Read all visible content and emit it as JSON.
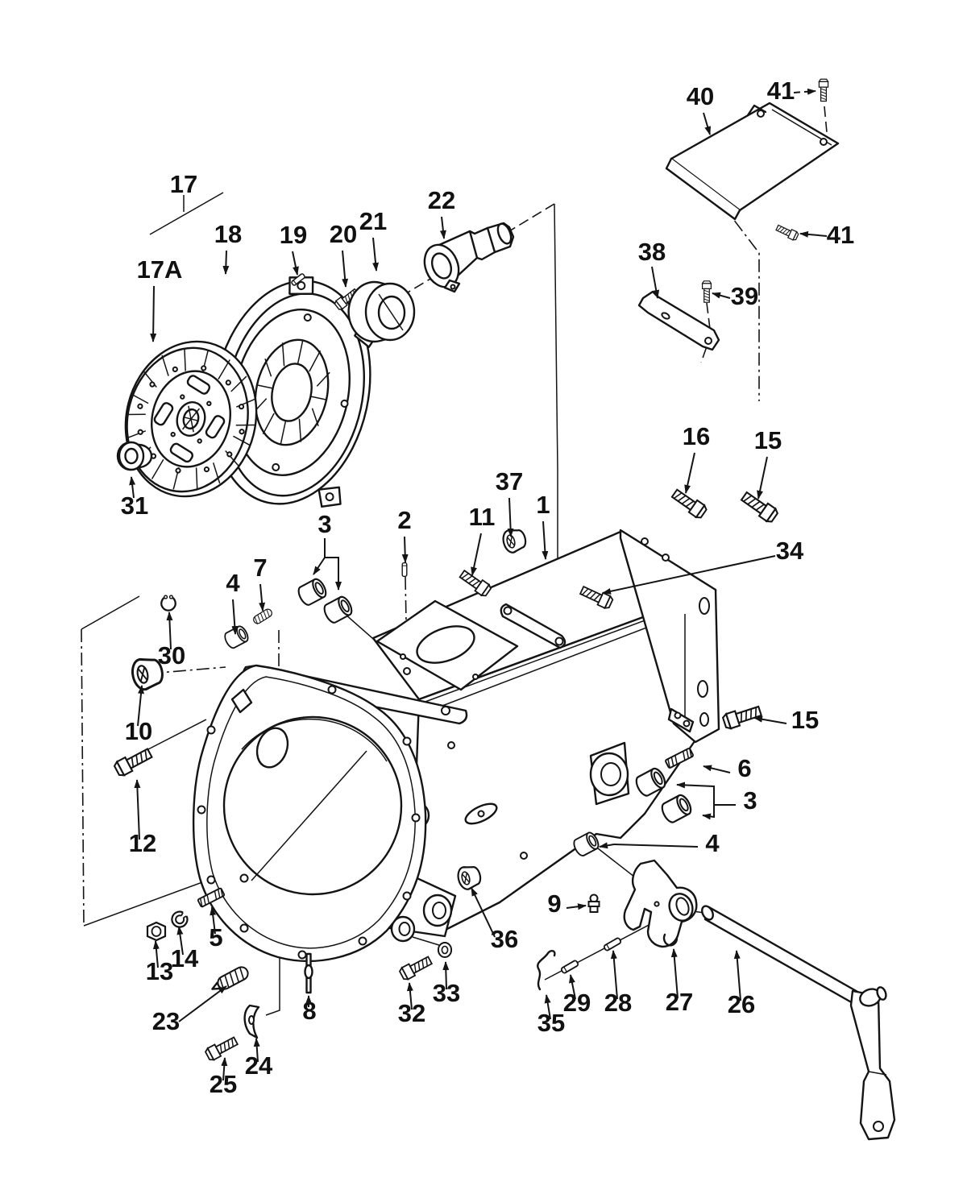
{
  "figure": {
    "type": "exploded-parts-diagram",
    "subject": "clutch, release mechanism and transmission housing",
    "background_color": "#ffffff",
    "line_color": "#141414"
  },
  "callouts": [
    {
      "label": "17"
    },
    {
      "label": "17A"
    },
    {
      "label": "18"
    },
    {
      "label": "19"
    },
    {
      "label": "20"
    },
    {
      "label": "21"
    },
    {
      "label": "22"
    },
    {
      "label": "31"
    },
    {
      "label": "40"
    },
    {
      "label": "41"
    },
    {
      "label": "41"
    },
    {
      "label": "38"
    },
    {
      "label": "39"
    },
    {
      "label": "16"
    },
    {
      "label": "15"
    },
    {
      "label": "37"
    },
    {
      "label": "1"
    },
    {
      "label": "11"
    },
    {
      "label": "34"
    },
    {
      "label": "2"
    },
    {
      "label": "3"
    },
    {
      "label": "7"
    },
    {
      "label": "4"
    },
    {
      "label": "30"
    },
    {
      "label": "10"
    },
    {
      "label": "12"
    },
    {
      "label": "13"
    },
    {
      "label": "14"
    },
    {
      "label": "5"
    },
    {
      "label": "23"
    },
    {
      "label": "24"
    },
    {
      "label": "25"
    },
    {
      "label": "8"
    },
    {
      "label": "32"
    },
    {
      "label": "33"
    },
    {
      "label": "36"
    },
    {
      "label": "9"
    },
    {
      "label": "35"
    },
    {
      "label": "29"
    },
    {
      "label": "28"
    },
    {
      "label": "27"
    },
    {
      "label": "26"
    },
    {
      "label": "6"
    },
    {
      "label": "15"
    },
    {
      "label": "3"
    },
    {
      "label": "4"
    }
  ]
}
